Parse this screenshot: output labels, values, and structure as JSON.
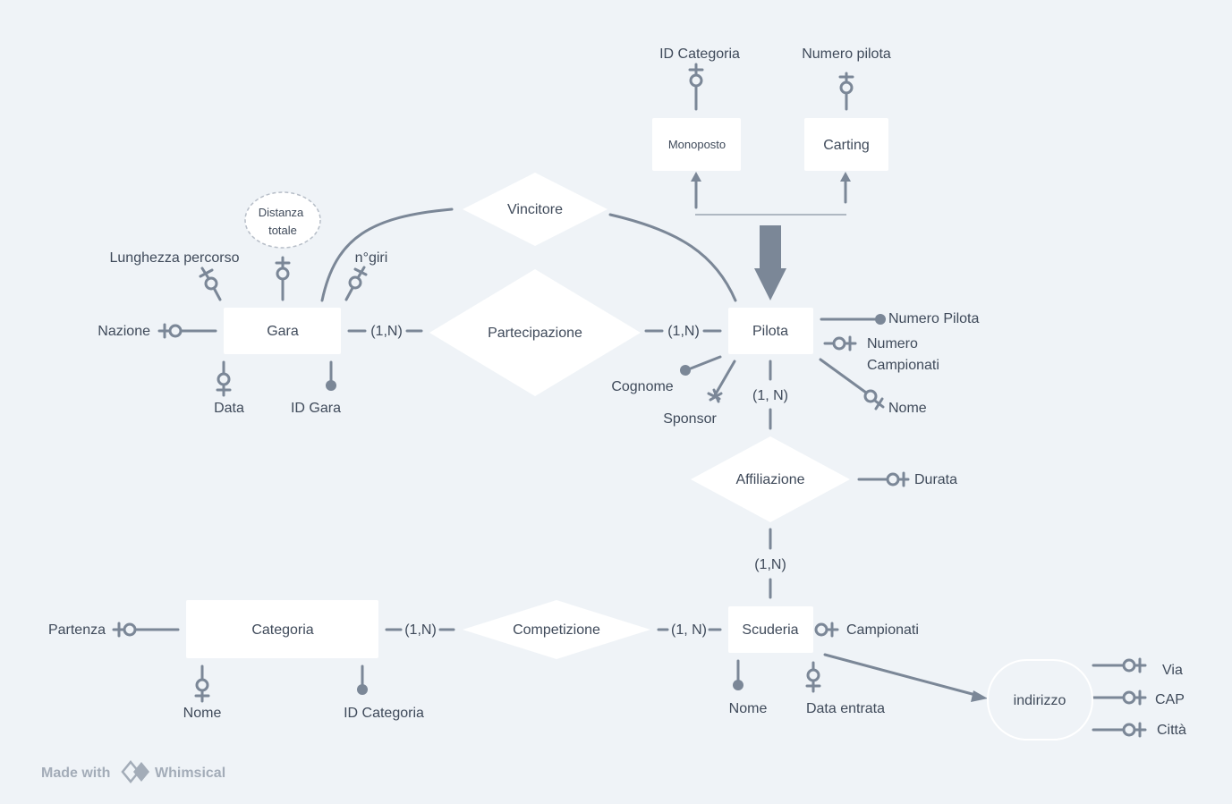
{
  "entities": {
    "gara": "Gara",
    "pilota": "Pilota",
    "scuderia": "Scuderia",
    "categoria": "Categoria",
    "monoposto": "Monoposto",
    "carting": "Carting",
    "indirizzo": "indirizzo"
  },
  "relationships": {
    "vincitore": "Vincitore",
    "partecipazione": "Partecipazione",
    "affiliazione": "Affiliazione",
    "competizione": "Competizione"
  },
  "cardinalities": {
    "gara_partecipazione": "(1,N)",
    "pilota_partecipazione": "(1,N)",
    "pilota_affiliazione": "(1, N)",
    "scuderia_affiliazione": "(1,N)",
    "categoria_competizione": "(1,N)",
    "scuderia_competizione": "(1, N)"
  },
  "attributes": {
    "monoposto_id_categoria": "ID Categoria",
    "carting_numero_pilota": "Numero pilota",
    "gara_distanza_totale_1": "Distanza",
    "gara_distanza_totale_2": "totale",
    "gara_lunghezza_percorso": "Lunghezza percorso",
    "gara_n_giri": "n°giri",
    "gara_nazione": "Nazione",
    "gara_data": "Data",
    "gara_id_gara": "ID Gara",
    "pilota_numero_pilota": "Numero Pilota",
    "pilota_numero_campionati_1": "Numero",
    "pilota_numero_campionati_2": "Campionati",
    "pilota_nome": "Nome",
    "pilota_cognome": "Cognome",
    "pilota_sponsor": "Sponsor",
    "affiliazione_durata": "Durata",
    "scuderia_campionati": "Campionati",
    "scuderia_nome": "Nome",
    "scuderia_data_entrata": "Data entrata",
    "categoria_partenza": "Partenza",
    "categoria_nome": "Nome",
    "categoria_id_categoria": "ID Categoria",
    "indirizzo_via": "Via",
    "indirizzo_cap": "CAP",
    "indirizzo_citta": "Città"
  },
  "footer": {
    "made_with": "Made with",
    "brand": "Whimsical"
  },
  "colors": {
    "background": "#eff3f7",
    "entity_fill": "#ffffff",
    "line": "#7b8797",
    "text": "#3f4a5a"
  }
}
